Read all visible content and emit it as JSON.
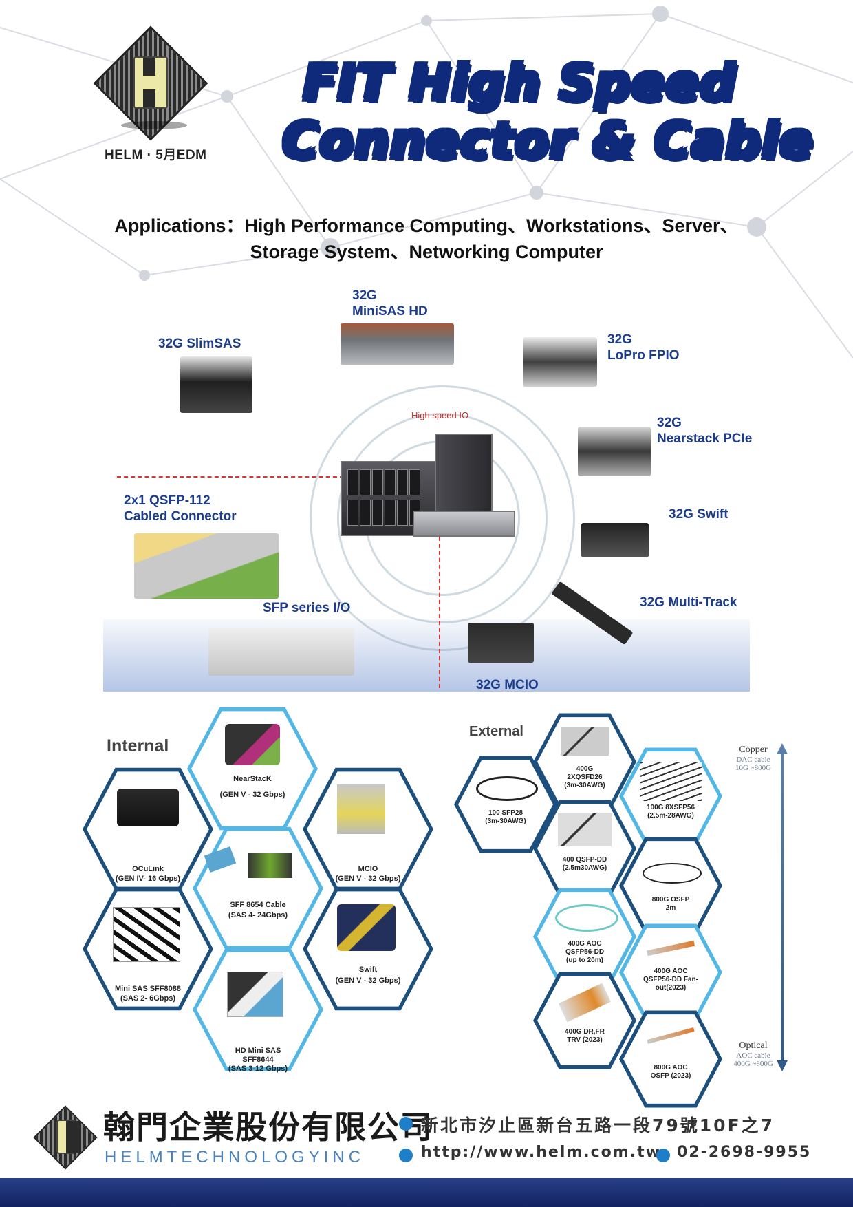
{
  "header": {
    "brand_tag": "HELM · 5月EDM",
    "title_line1": "FIT High Speed",
    "title_line2": "Connector & Cable",
    "applications_line1": "Applications：High Performance Computing、Workstations、Server、",
    "applications_line2": "Storage System、Networking Computer"
  },
  "showcase": {
    "center_label": "High speed IO",
    "products": [
      {
        "line1": "32G",
        "line2": "MiniSAS HD"
      },
      {
        "line1": "32G  SlimSAS",
        "line2": ""
      },
      {
        "line1": "32G",
        "line2": "LoPro FPIO"
      },
      {
        "line1": "32G",
        "line2": "Nearstack PCIe"
      },
      {
        "line1": "2x1 QSFP-112",
        "line2": "Cabled Connector"
      },
      {
        "line1": "32G Swift",
        "line2": ""
      },
      {
        "line1": "SFP series I/O",
        "line2": ""
      },
      {
        "line1": "32G Multi-Track",
        "line2": ""
      },
      {
        "line1": "32G  MCIO",
        "line2": ""
      }
    ]
  },
  "internal": {
    "title": "Internal",
    "items": [
      {
        "name": "NearStacK",
        "spec": "(GEN V - 32 Gbps)"
      },
      {
        "name": "OCuLink",
        "spec": "(GEN IV- 16 Gbps)"
      },
      {
        "name": "MCIO",
        "spec": "(GEN V - 32 Gbps)"
      },
      {
        "name": "SFF 8654 Cable",
        "spec": "(SAS 4- 24Gbps)"
      },
      {
        "name": "Mini SAS  SFF8088",
        "spec": "(SAS 2- 6Gbps)"
      },
      {
        "name": "Swift",
        "spec": "(GEN V - 32 Gbps)"
      },
      {
        "name": "HD Mini SAS",
        "spec": "SFF8644",
        "spec2": "(SAS 3-12 Gbps)"
      }
    ]
  },
  "external": {
    "title": "External",
    "items": [
      {
        "l1": "400G",
        "l2": "2XQSFD26",
        "l3": "(3m-30AWG)"
      },
      {
        "l1": "100 SFP28",
        "l2": "(3m-30AWG)",
        "l3": ""
      },
      {
        "l1": "100G 8XSFP56",
        "l2": "(2.5m-28AWG)",
        "l3": ""
      },
      {
        "l1": "400 QSFP-DD",
        "l2": "(2.5m30AWG)",
        "l3": ""
      },
      {
        "l1": "800G OSFP",
        "l2": "2m",
        "l3": ""
      },
      {
        "l1": "400G AOC",
        "l2": "QSFP56-DD",
        "l3": "(up to 20m)"
      },
      {
        "l1": "400G AOC",
        "l2": "QSFP56-DD Fan-",
        "l3": "out(2023)"
      },
      {
        "l1": "400G DR,FR",
        "l2": "TRV (2023)",
        "l3": ""
      },
      {
        "l1": "800G AOC",
        "l2": "OSFP (2023)",
        "l3": ""
      }
    ],
    "axis_top": {
      "title": "Copper",
      "sub1": "DAC cable",
      "sub2": "10G ~800G"
    },
    "axis_bottom": {
      "title": "Optical",
      "sub1": "AOC cable",
      "sub2": "400G ~800G"
    }
  },
  "footer": {
    "company_cn": "翰門企業股份有限公司",
    "company_en": "HELMTECHNOLOGYINC",
    "address": "新北市汐止區新台五路一段79號10F之7",
    "website": "http://www.helm.com.tw",
    "phone": "02-2698-9955"
  },
  "colors": {
    "title_blue": "#0f2a7a",
    "label_blue": "#1c3c8c",
    "hex_dark": "#1d4f7c",
    "hex_light": "#52b7e4",
    "footer_bar": "#11225e"
  }
}
